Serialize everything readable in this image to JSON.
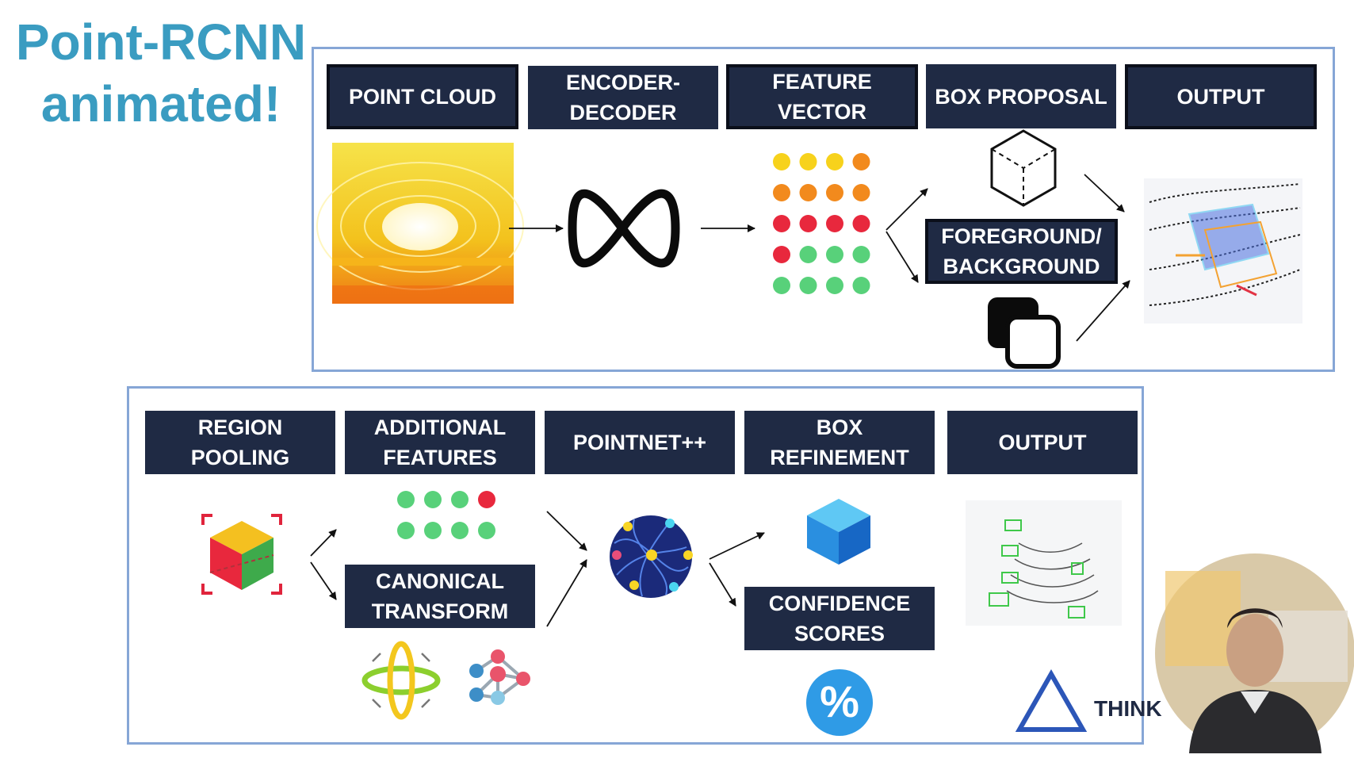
{
  "title": {
    "line1": "Point-RCNN",
    "line2": "animated!"
  },
  "top_pipeline": {
    "labels": [
      "POINT CLOUD",
      "ENCODER-\nDECODER",
      "FEATURE\nVECTOR",
      "BOX PROPOSAL",
      "OUTPUT"
    ],
    "branch_label": "FOREGROUND/\nBACKGROUND"
  },
  "bottom_pipeline": {
    "labels": [
      "REGION\nPOOLING",
      "ADDITIONAL\nFEATURES",
      "POINTNET++",
      "BOX\nREFINEMENT",
      "OUTPUT"
    ],
    "branch_labels": [
      "CANONICAL\nTRANSFORM",
      "CONFIDENCE\nSCORES"
    ]
  },
  "feature_dots": {
    "rows": [
      [
        "yellow",
        "yellow",
        "yellow",
        "orange"
      ],
      [
        "orange",
        "orange",
        "orange",
        "orange"
      ],
      [
        "red",
        "red",
        "red",
        "red"
      ],
      [
        "red",
        "green",
        "green",
        "green"
      ],
      [
        "green",
        "green",
        "green",
        "green"
      ]
    ]
  },
  "additional_dots": {
    "rows": [
      [
        "green",
        "green",
        "green",
        "red"
      ],
      [
        "green",
        "green",
        "green",
        "green"
      ]
    ]
  },
  "colors": {
    "yellow": "#f7d21c",
    "orange": "#f28a1d",
    "red": "#e8283d",
    "green": "#58d17a",
    "label_bg": "#1f2a44",
    "panel_border": "#86a6d6",
    "title": "#3a9cc1"
  },
  "brand": {
    "text": "THINK"
  }
}
